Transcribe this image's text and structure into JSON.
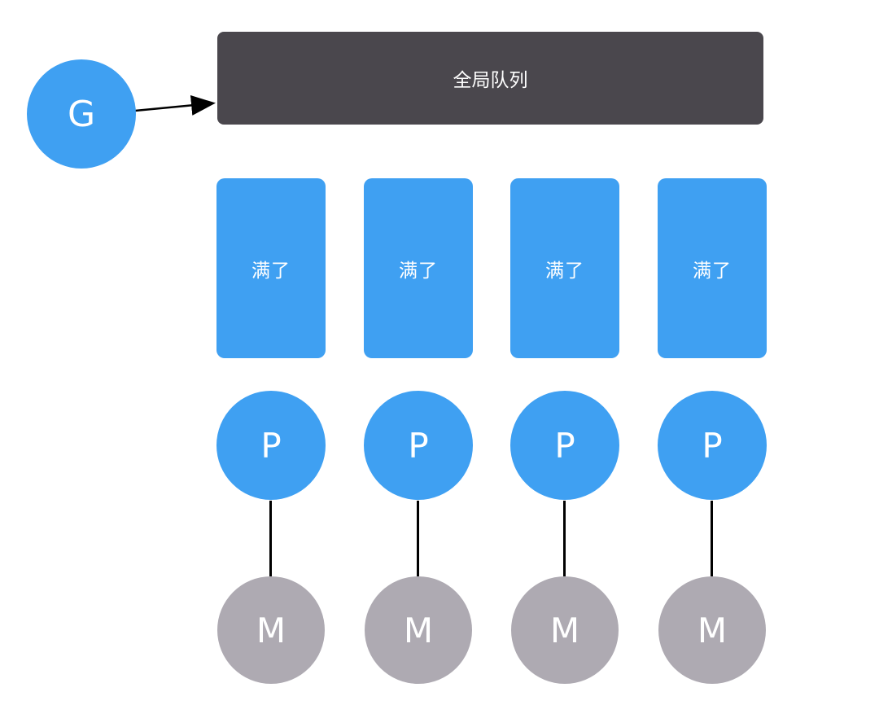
{
  "diagram": {
    "g_node": {
      "label": "G"
    },
    "global_queue": {
      "label": "全局队列"
    },
    "columns": [
      {
        "local_queue_label": "满了",
        "processor_label": "P",
        "thread_label": "M"
      },
      {
        "local_queue_label": "满了",
        "processor_label": "P",
        "thread_label": "M"
      },
      {
        "local_queue_label": "满了",
        "processor_label": "P",
        "thread_label": "M"
      },
      {
        "local_queue_label": "满了",
        "processor_label": "P",
        "thread_label": "M"
      }
    ],
    "colors": {
      "blue": "#3FA0F2",
      "dark": "#4A474D",
      "gray": "#AEAAB2",
      "line": "#000000",
      "text": "#FFFFFF",
      "background": "#FFFFFF"
    }
  }
}
